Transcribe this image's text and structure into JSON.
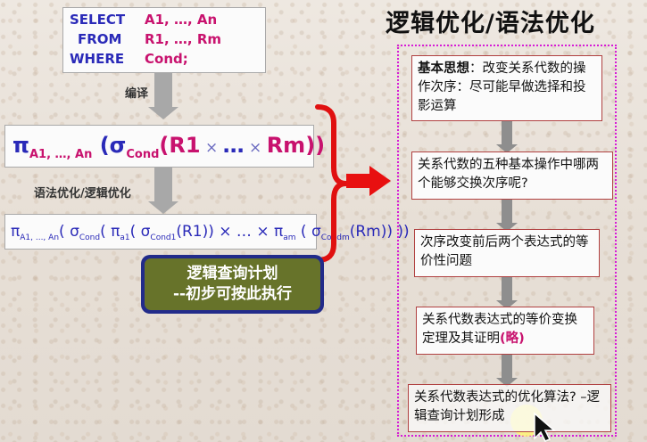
{
  "sql": {
    "line1_kw": "SELECT",
    "line1_val": "A1, …, An",
    "line2_kw": "FROM",
    "line2_val": "R1, …, Rm",
    "line3_kw": "WHERE",
    "line3_val": "Cond;"
  },
  "steps": {
    "compile": "编译",
    "optimize": "语法优化/逻辑优化"
  },
  "expr1": {
    "pi": "π",
    "pi_sub": "A1, …, An",
    "paren_open": " (",
    "sigma": "σ",
    "sigma_sub": "Cond",
    "r1": "(R1",
    "cross1": " × ",
    "dots": "…",
    "cross2": " × ",
    "rm": "Rm))"
  },
  "expr2": {
    "pi": "π",
    "pi_sub": "A1, ..., An",
    "mid1": "( σ",
    "sigma_sub": "Cond",
    "mid2": "(   π",
    "pi1_sub": "a1",
    "mid3": "( σ",
    "cond1_sub": "Cond1",
    "mid4": "(R1)) × … × π",
    "pim_sub": "am",
    "mid5": " ( σ",
    "condm_sub": "Condm",
    "tail": "(Rm)) ))"
  },
  "plan": {
    "line1": "逻辑查询计划",
    "line2": "--初步可按此执行"
  },
  "right": {
    "title": "逻辑优化/语法优化",
    "box1_bold": "基本思想",
    "box1_text": "：改变关系代数的操作次序：尽可能早做选择和投影运算",
    "box2": "关系代数的五种基本操作中哪两个能够交换次序呢?",
    "box3": "次序改变前后两个表达式的等价性问题",
    "box4_text": "关系代数表达式的等价变换定理及其证明",
    "box4_pink": "(略)",
    "box5": "关系代数表达式的优化算法? –逻辑查询计划形成"
  },
  "colors": {
    "keyword": "#2a2ab8",
    "value": "#c8126e",
    "brace": "#e01010",
    "frame": "#d61cd6",
    "plan_border": "#222b8a",
    "plan_fill": "#67732a"
  }
}
